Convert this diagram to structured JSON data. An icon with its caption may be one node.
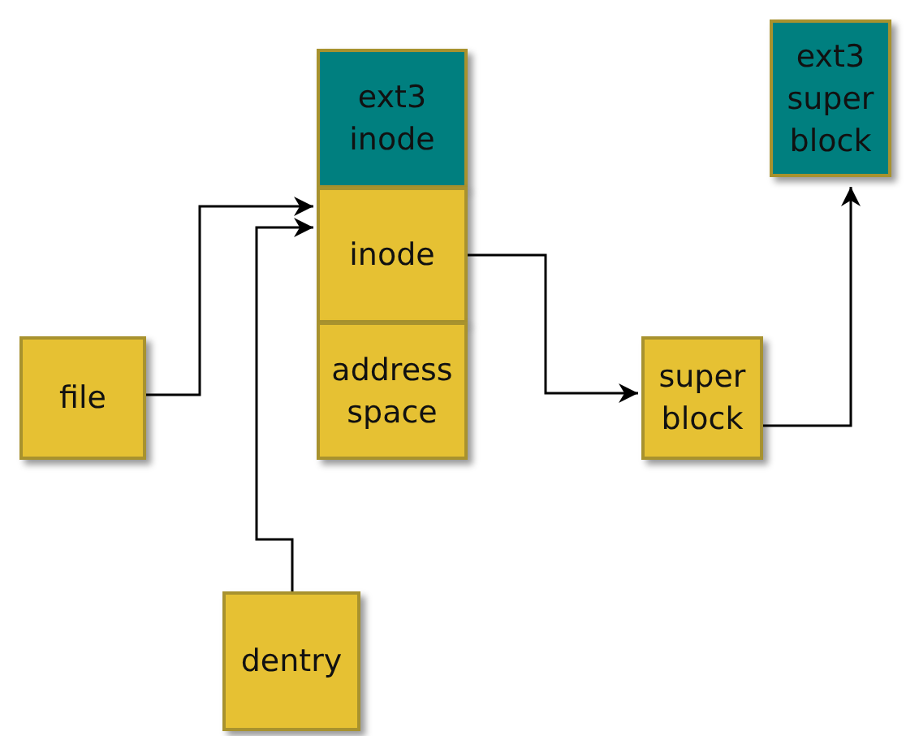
{
  "diagram": {
    "nodes": [
      {
        "text": [
          "ext3 inode"
        ]
      },
      {
        "text": [
          "inode"
        ]
      },
      {
        "text": [
          "address space"
        ]
      },
      {
        "text": [
          "file"
        ]
      },
      {
        "text": [
          "dentry"
        ]
      },
      {
        "text": [
          "super block"
        ]
      },
      {
        "text": [
          "ext3 super block"
        ]
      }
    ],
    "edges": [
      {
        "from": 3,
        "to": 1,
        "arrow": "to"
      },
      {
        "from": 4,
        "to": 1,
        "arrow": "to"
      },
      {
        "from": 1,
        "to": 5,
        "arrow": "to"
      },
      {
        "from": 5,
        "to": 6,
        "arrow": "to"
      }
    ]
  }
}
